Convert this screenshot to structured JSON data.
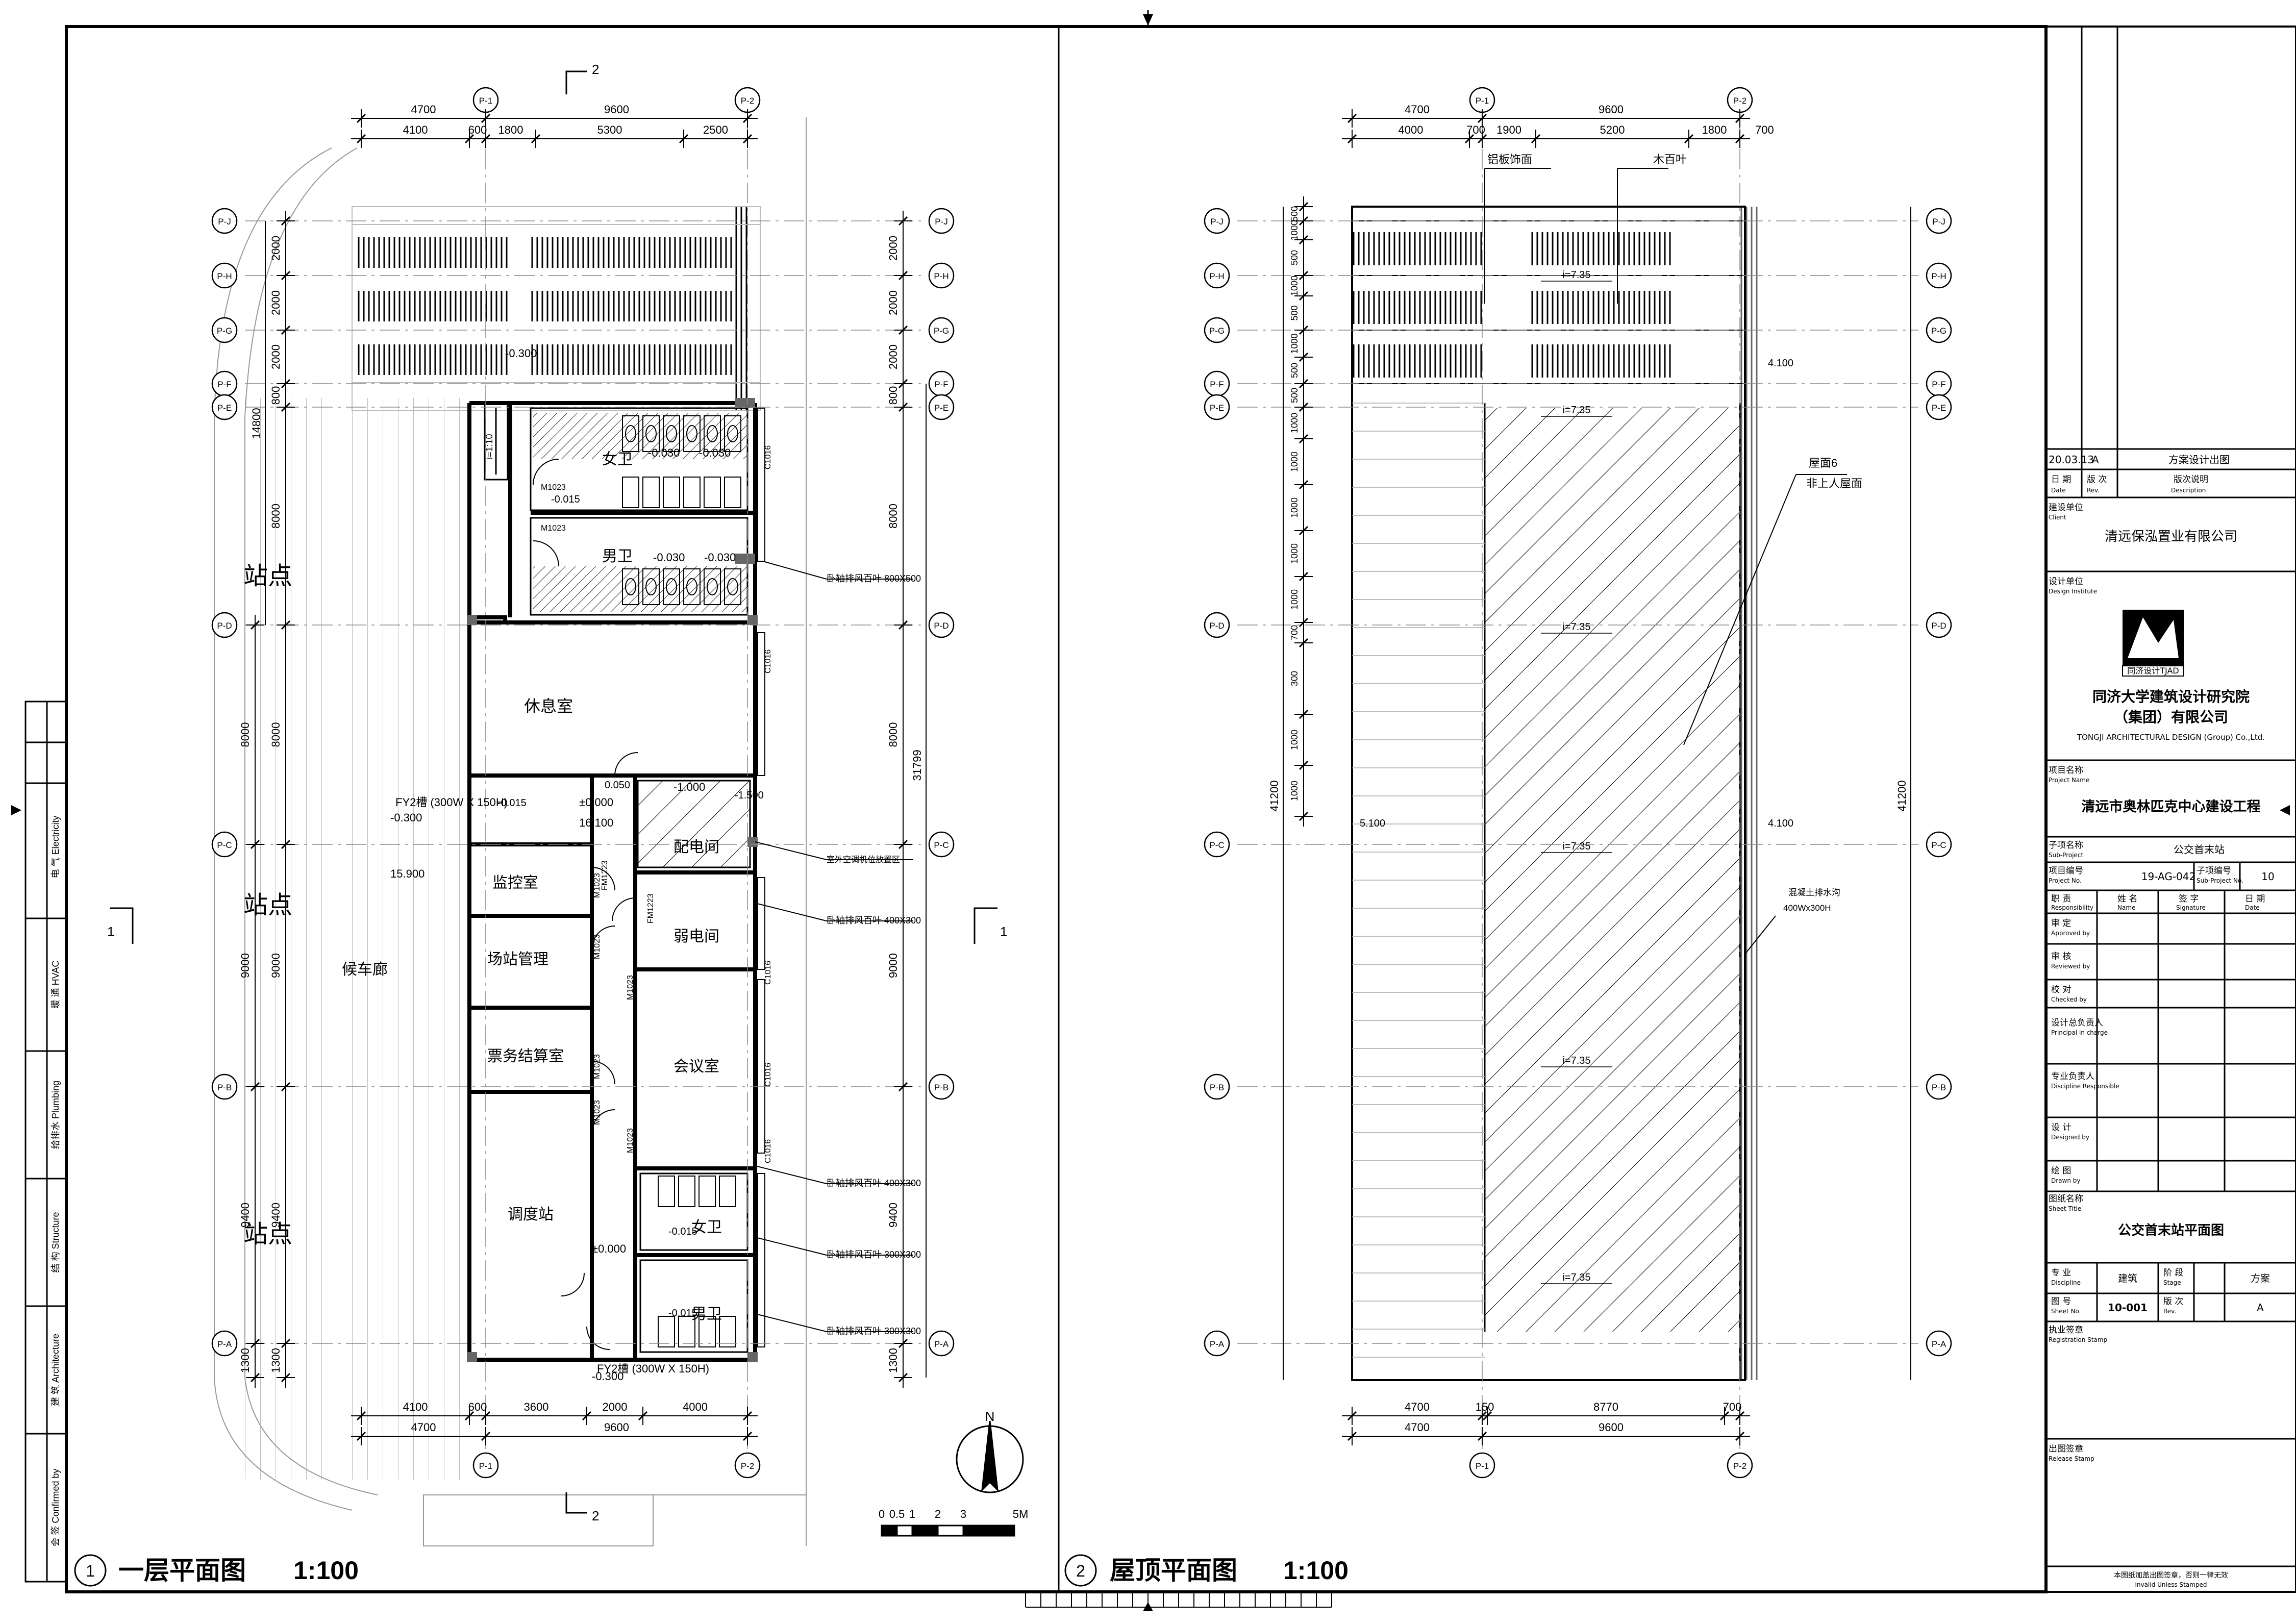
{
  "plans": {
    "ground": {
      "number": "1",
      "title": "一层平面图",
      "scale": "1:100"
    },
    "roof": {
      "number": "2",
      "title": "屋顶平面图",
      "scale": "1:100"
    }
  },
  "grid": {
    "rows": [
      "P-J",
      "P-H",
      "P-G",
      "P-F",
      "P-E",
      "P-D",
      "P-C",
      "P-B",
      "P-A"
    ],
    "cols": [
      "P-1",
      "P-2"
    ]
  },
  "ground_dims": {
    "top_overall": [
      "4700",
      "9600"
    ],
    "top_detail": [
      "4100",
      "600",
      "1800",
      "5300",
      "2500"
    ],
    "bottom_detail": [
      "4100",
      "600",
      "3600",
      "2000",
      "4000"
    ],
    "bottom_overall": [
      "4700",
      "9600"
    ],
    "left_rows": [
      "2000",
      "2000",
      "2000",
      "800",
      "8000",
      "8000",
      "9000",
      "9400",
      "1300"
    ],
    "left_total": "14800",
    "left_outer": [
      "8000",
      "9000",
      "9400",
      "1300"
    ],
    "right_rows": [
      "2000",
      "2000",
      "2000",
      "800",
      "8000",
      "8000",
      "9000",
      "9400",
      "1300"
    ],
    "right_total": "31799"
  },
  "ground_rooms": {
    "female_wc": "女卫",
    "male_wc": "男卫",
    "lounge": "休息室",
    "monitor": "监控室",
    "station_mgmt": "场站管理",
    "ticket": "票务结算室",
    "dispatch": "调度站",
    "power": "配电间",
    "weak": "弱电间",
    "meeting": "会议室",
    "female_wc2": "女卫",
    "male_wc2": "男卫",
    "platform": "候车廊",
    "stop": "站点"
  },
  "ground_labels": {
    "elev_m0300": "-0.300",
    "elev_m0030": "-0.030",
    "elev_m0015": "-0.015",
    "elev_0000": "±0.000",
    "elev_0050": "0.050",
    "elev_m1000": "-1.000",
    "elev_m1500": "-1.500",
    "elev_16100": "16.100",
    "elev_15900": "15.900",
    "door": "M1023",
    "door2": "FM1223",
    "window": "C1016",
    "gutter": "FY2槽 (300W X 150H)",
    "gutter2": "FY2槽 (300W X 150H)",
    "fan1": "卧轴排风百叶 800X500",
    "fan2": "卧轴排风百叶 400X300",
    "fan3": "卧轴排风百叶 400X300",
    "fan4": "卧轴排风百叶 300X300",
    "fan5": "卧轴排风百叶 300X300",
    "outdoor_unit": "室外空调机位放置区",
    "ramp": "i=1:10",
    "section_a": "1",
    "section_b": "2"
  },
  "roof_dims": {
    "top_overall": [
      "4700",
      "9600"
    ],
    "top_detail": [
      "4000",
      "700",
      "1900",
      "5200",
      "1800"
    ],
    "top_right": "700",
    "bottom_detail": [
      "4700",
      "150",
      "8770",
      "700"
    ],
    "bottom_overall": [
      "4700",
      "9600"
    ],
    "left_total": "41200",
    "left_rows": [
      "500",
      "1000",
      "500",
      "1000",
      "500",
      "1000",
      "500",
      "500",
      "1000",
      "1000",
      "1000",
      "1000",
      "1000",
      "700",
      "300",
      "1000",
      "1000"
    ],
    "right_total": "41200"
  },
  "roof_labels": {
    "aluminum": "铝板饰面",
    "louver": "木百叶",
    "slope": "i=7.35",
    "roof_type": "屋面6",
    "roof_type2": "非上人屋面",
    "elev_4100": "4.100",
    "elev_5100": "5.100",
    "gutter": "混凝土排水沟",
    "gutter_size": "400Wx300H"
  },
  "scale_bar": {
    "ticks": [
      "0",
      "0.5",
      "1",
      "2",
      "3",
      "5M"
    ],
    "north": "N"
  },
  "title_block": {
    "rev_date": "20.03.13",
    "rev_no": "A",
    "rev_desc": "方案设计出图",
    "rev_hdr_date": "日 期",
    "rev_hdr_date_en": "Date",
    "rev_hdr_no": "版 次",
    "rev_hdr_no_en": "Rev.",
    "rev_hdr_desc": "版次说明",
    "rev_hdr_desc_en": "Description",
    "client_label": "建设单位",
    "client_label_en": "Client",
    "client": "清远保泓置业有限公司",
    "institute_label": "设计单位",
    "institute_label_en": "Design Institute",
    "logo_text": "同济设计TJAD",
    "institute": "同济大学建筑设计研究院",
    "institute2": "（集团）有限公司",
    "institute_en": "TONGJI ARCHITECTURAL DESIGN (Group) Co.,Ltd.",
    "project_label": "项目名称",
    "project_label_en": "Project Name",
    "project": "清远市奥林匹克中心建设工程",
    "subproject_label": "子项名称",
    "subproject_label_en": "Sub-Project",
    "subproject": "公交首末站",
    "project_no_label": "项目编号",
    "project_no_label_en": "Project No.",
    "project_no": "19-AG-042",
    "sub_no_label": "子项编号",
    "sub_no_label_en": "Sub-Project No.",
    "sub_no": "10",
    "resp_label": "职 责",
    "resp_label_en": "Responsibility",
    "name_label": "姓 名",
    "name_label_en": "Name",
    "sign_label": "签 字",
    "sign_label_en": "Signature",
    "date_label": "日 期",
    "date_label_en": "Date",
    "approved": "审 定",
    "approved_en": "Approved by",
    "reviewed": "审 核",
    "reviewed_en": "Reviewed by",
    "checked": "校 对",
    "checked_en": "Checked by",
    "principal": "设计总负责人",
    "principal_en": "Principal in charge",
    "discipline_resp": "专业负责人",
    "discipline_resp_en": "Discipline Responsible",
    "designed": "设 计",
    "designed_en": "Designed by",
    "drawn": "绘 图",
    "drawn_en": "Drawn by",
    "sheet_title_label": "图纸名称",
    "sheet_title_label_en": "Sheet Title",
    "sheet_title": "公交首末站平面图",
    "discipline_label": "专 业",
    "discipline_label_en": "Discipline",
    "discipline": "建筑",
    "stage_label": "阶 段",
    "stage_label_en": "Stage",
    "stage": "方案",
    "sheet_no_label": "图 号",
    "sheet_no_label_en": "Sheet No.",
    "sheet_no": "10-001",
    "rev_label": "版 次",
    "rev_label_en": "Rev.",
    "rev": "A",
    "reg_stamp": "执业签章",
    "reg_stamp_en": "Registration Stamp",
    "release_stamp": "出图签章",
    "release_stamp_en": "Release Stamp",
    "invalid": "本图纸加盖出图签章，否则一律无效",
    "invalid_en": "Invalid Unless Stamped"
  },
  "side_block": {
    "labels": [
      "电 气 Electricity",
      "暖 通 HVAC",
      "给排水 Plumbing",
      "结 构 Structure",
      "建 筑 Architecture",
      "会 签 Confirmed by"
    ]
  }
}
